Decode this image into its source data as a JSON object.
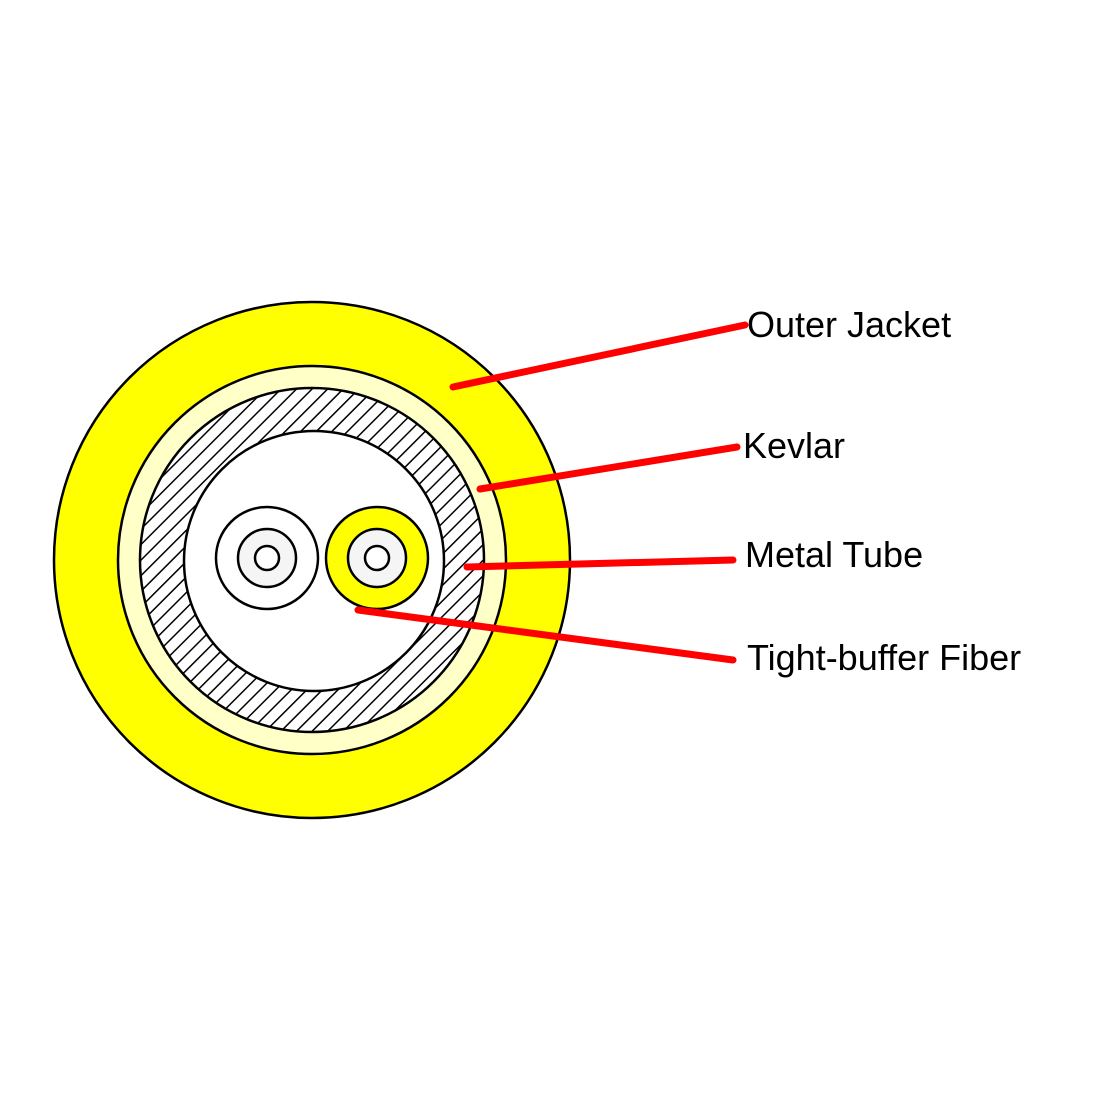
{
  "diagram": {
    "labels": {
      "outer_jacket": "Outer Jacket",
      "kevlar": "Kevlar",
      "metal_tube": "Metal Tube",
      "tight_buffer_fiber": "Tight-buffer Fiber"
    },
    "colors": {
      "jacket": "#ffff00",
      "kevlar": "#ffffc8",
      "leader": "#ff0000",
      "core_fill": "#f5f5f5"
    }
  }
}
